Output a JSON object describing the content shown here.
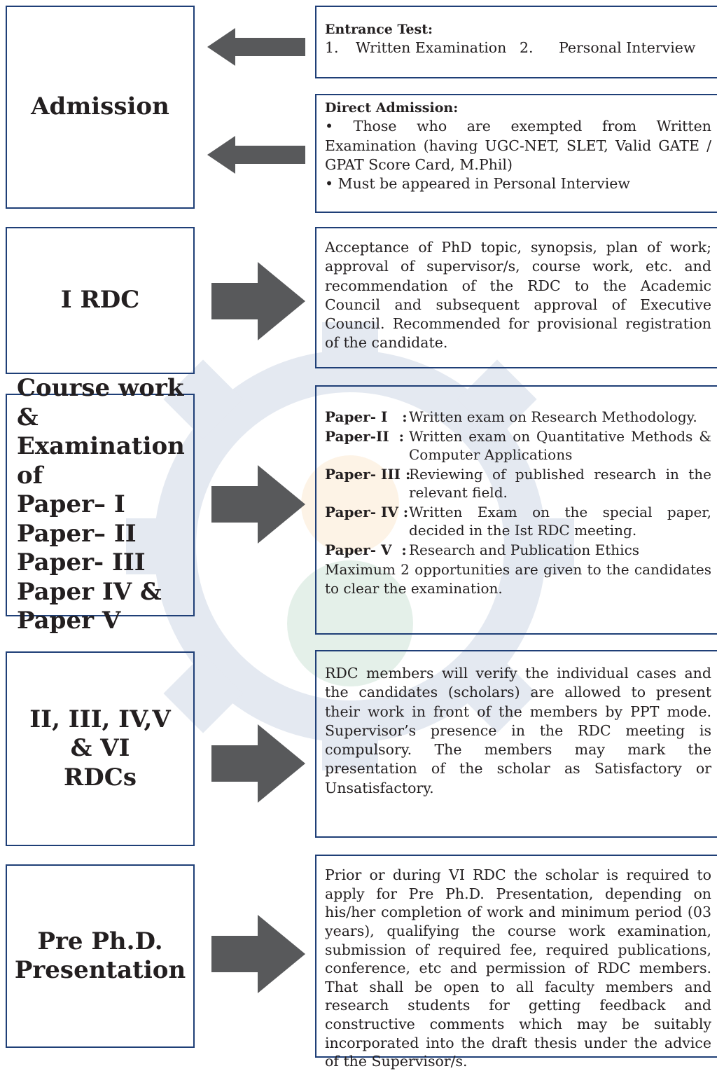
{
  "admission": {
    "label": "Admission",
    "entrance": {
      "heading": "Entrance Test:",
      "item1_num": "1.",
      "item1_text": "Written Examination",
      "item2_num": "2.",
      "item2_text": "Personal Interview"
    },
    "direct": {
      "heading": "Direct Admission:",
      "bullet1": "• Those who are exempted from Written Examination (having UGC-NET, SLET, Valid GATE / GPAT Score Card, M.Phil)",
      "bullet2": "• Must be appeared in Personal Interview"
    }
  },
  "rdc1": {
    "label": "I RDC",
    "text": "Acceptance of PhD topic, synopsis, plan of work; approval of supervisor/s, course work, etc. and recommendation of the RDC to the Academic Council and subsequent approval of Executive Council. Recommended for provisional registration of the candidate."
  },
  "coursework": {
    "label_lines": [
      "Course work &",
      "Examination of",
      "Paper– I",
      "Paper– II",
      "Paper- III",
      "Paper IV &",
      "Paper V"
    ],
    "papers": [
      {
        "label": "Paper- I   :",
        "text": "Written exam on Research Methodology."
      },
      {
        "label": "Paper-II  :",
        "text": "Written exam on Quantitative Methods & Computer Applications"
      },
      {
        "label": "Paper- III :",
        "text": "Reviewing of published research in the relevant field."
      },
      {
        "label": "Paper- IV :",
        "text": "Written Exam on the special paper, decided in the Ist RDC meeting."
      },
      {
        "label": "Paper- V  :",
        "text": "Research and Publication Ethics"
      }
    ],
    "note": "Maximum 2 opportunities are given to the candidates to clear the examination."
  },
  "rdcs": {
    "label_lines": [
      "II, III, IV,V",
      "& VI",
      "RDCs"
    ],
    "text": "RDC members will verify the individual cases and the candidates (scholars) are allowed to present their work in front of the members by PPT mode. Supervisor’s presence in the RDC meeting is compulsory. The members may mark the presentation of the scholar as Satisfactory or Unsatisfactory."
  },
  "prephd": {
    "label_lines": [
      "Pre Ph.D.",
      "Presentation"
    ],
    "text": "Prior or during VI RDC the scholar is required to apply for Pre Ph.D. Presentation, depending on his/her completion of work and minimum period (03 years), qualifying the course work examination, submission of required fee, required publications, conference, etc and permission of RDC members. That shall be open to all faculty members and research students for getting feedback and constructive comments which may be suitably incorporated into the draft thesis under the advice of the Supervisor/s."
  },
  "colors": {
    "border": "#1f3f77",
    "arrow": "#58595b",
    "watermark": "#2b4f8f"
  },
  "icons": {
    "arrow_left": "arrow-left-icon",
    "arrow_right": "arrow-right-icon",
    "watermark": "university-seal-icon"
  }
}
